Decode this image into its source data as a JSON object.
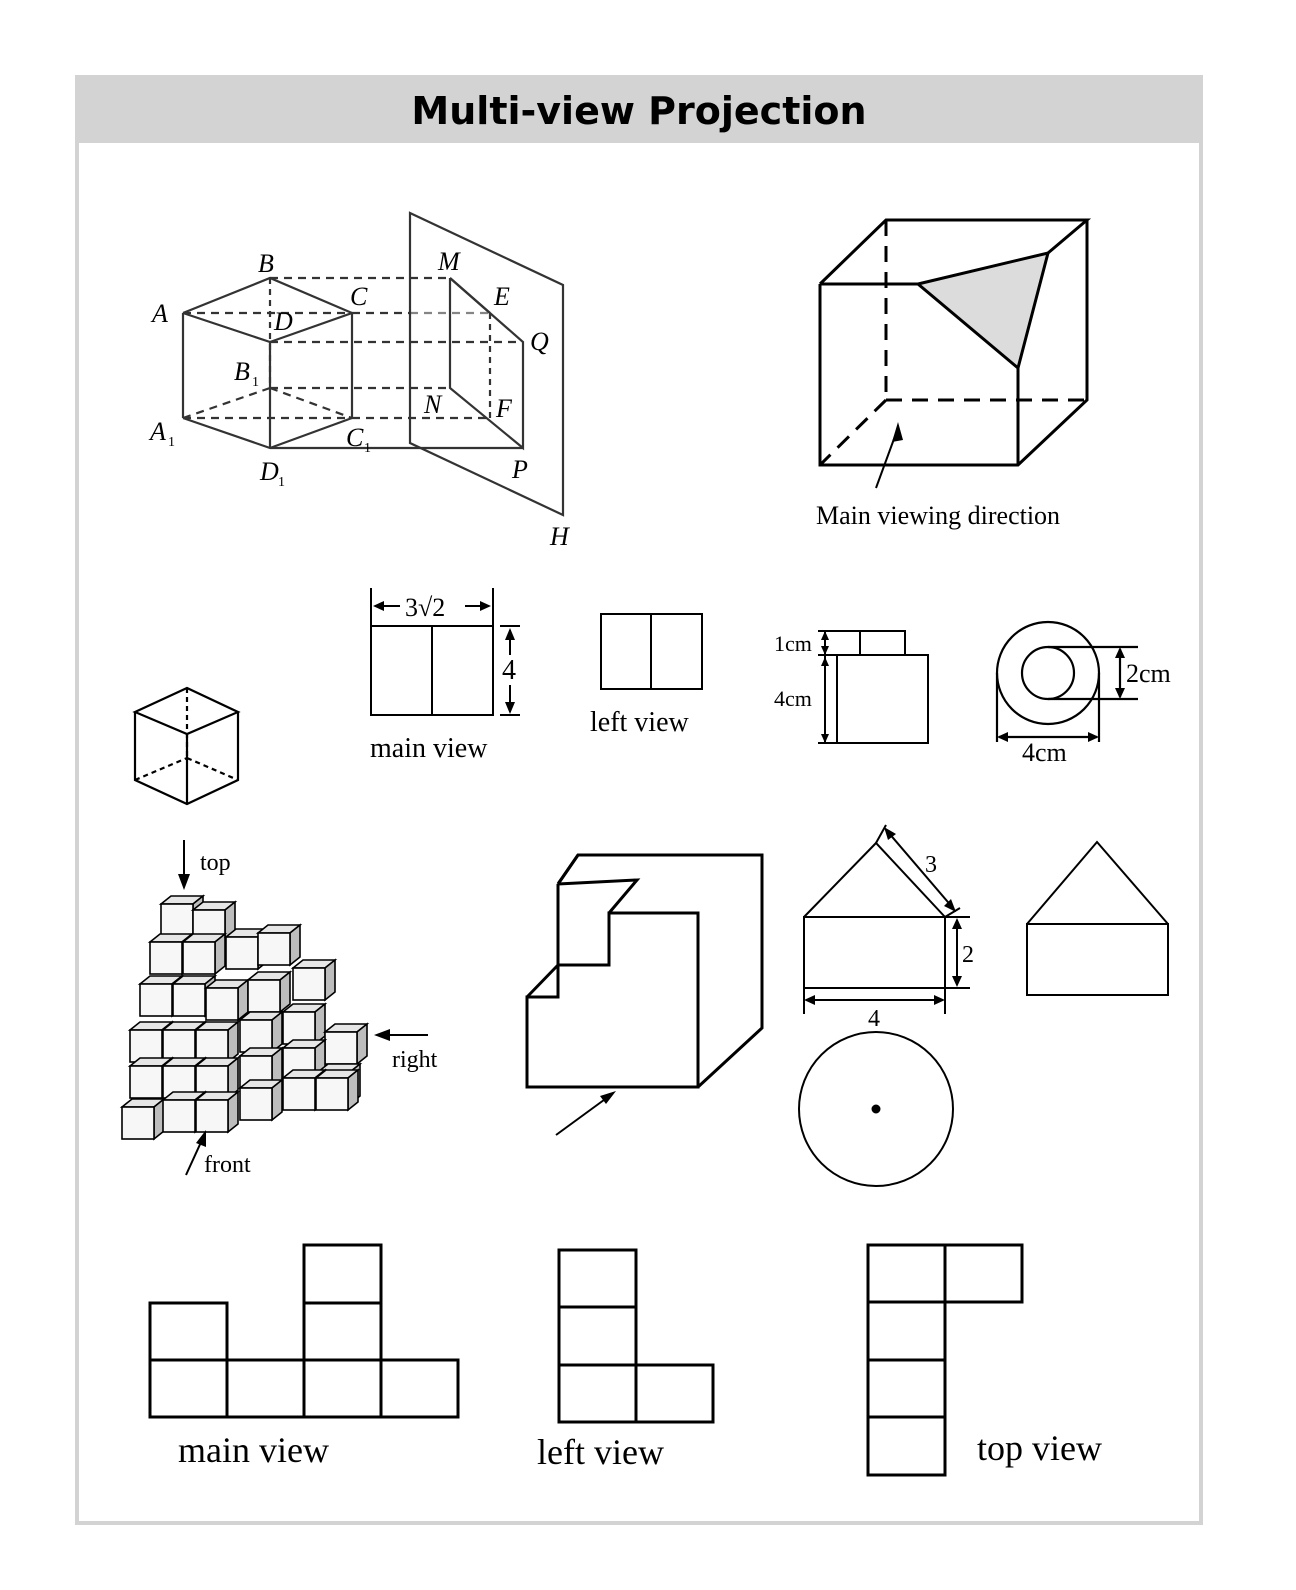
{
  "title": "Multi-view Projection",
  "prism": {
    "labels": {
      "B": "B",
      "M": "M",
      "A": "A",
      "C": "C",
      "D": "D",
      "E": "E",
      "Q": "Q",
      "B1": "B",
      "A1": "A",
      "C1": "C",
      "D1": "D",
      "N": "N",
      "F": "F",
      "P": "P",
      "H": "H",
      "sub1": "1"
    }
  },
  "cube_cut": {
    "caption": "Main viewing direction"
  },
  "three_views": {
    "top_dim": "3√2",
    "side_dim": "4",
    "main_caption": "main view",
    "left_caption": "left view"
  },
  "cylinder_stack": {
    "dim_top": "1cm",
    "dim_side": "4cm"
  },
  "ring": {
    "dim_inner": "2cm",
    "dim_outer": "4cm"
  },
  "cube_stack": {
    "top": "top",
    "right": "right",
    "front": "front"
  },
  "house_views": {
    "dim_slant": "3",
    "dim_height": "2",
    "dim_width": "4"
  },
  "grid_views": {
    "main_caption": "main view",
    "left_caption": "left view",
    "top_caption": "top view"
  }
}
